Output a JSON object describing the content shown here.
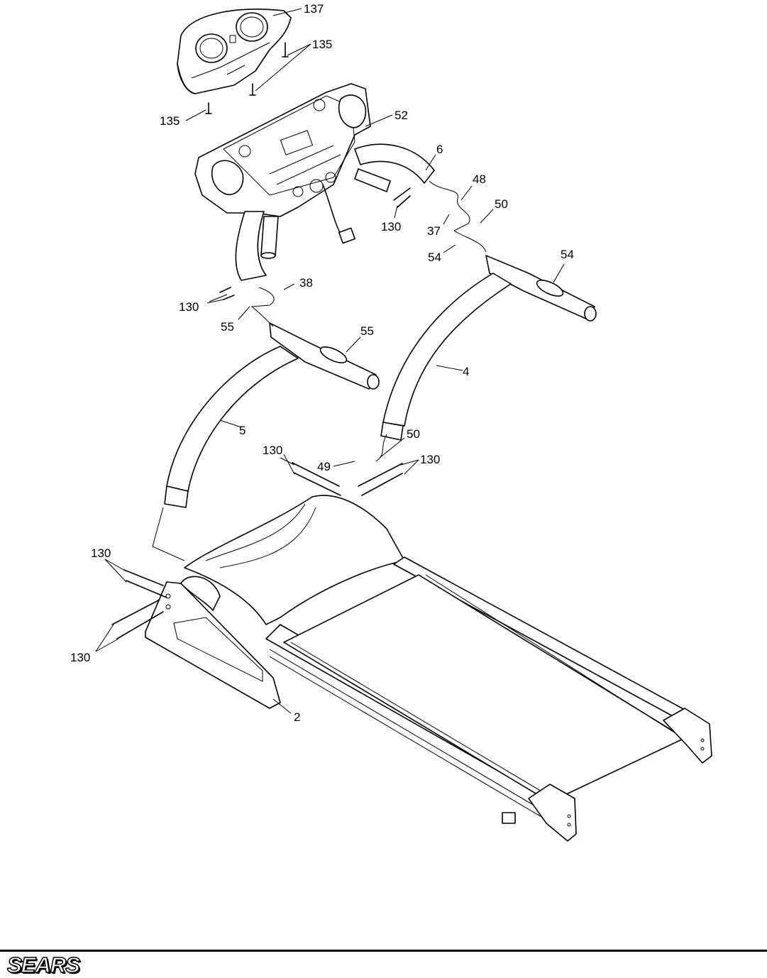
{
  "footer": {
    "brand": "SEARS"
  },
  "callouts": [
    {
      "id": "c137",
      "text": "137"
    },
    {
      "id": "c135a",
      "text": "135"
    },
    {
      "id": "c135b",
      "text": "135"
    },
    {
      "id": "c52",
      "text": "52"
    },
    {
      "id": "c6",
      "text": "6"
    },
    {
      "id": "c48",
      "text": "48"
    },
    {
      "id": "c50a",
      "text": "50"
    },
    {
      "id": "c130a",
      "text": "130"
    },
    {
      "id": "c37",
      "text": "37"
    },
    {
      "id": "c54a",
      "text": "54"
    },
    {
      "id": "c54b",
      "text": "54"
    },
    {
      "id": "c38",
      "text": "38"
    },
    {
      "id": "c130b",
      "text": "130"
    },
    {
      "id": "c55a",
      "text": "55"
    },
    {
      "id": "c55b",
      "text": "55"
    },
    {
      "id": "c4",
      "text": "4"
    },
    {
      "id": "c5",
      "text": "5"
    },
    {
      "id": "c50b",
      "text": "50"
    },
    {
      "id": "c130c",
      "text": "130"
    },
    {
      "id": "c49",
      "text": "49"
    },
    {
      "id": "c130d",
      "text": "130"
    },
    {
      "id": "c130e",
      "text": "130"
    },
    {
      "id": "c130f",
      "text": "130"
    },
    {
      "id": "c2",
      "text": "2"
    }
  ]
}
